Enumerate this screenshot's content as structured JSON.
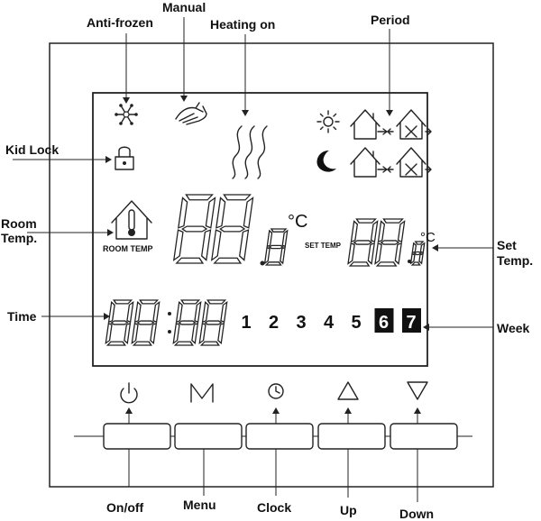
{
  "callouts": {
    "anti_frozen": "Anti-frozen",
    "manual": "Manual",
    "heating_on": "Heating on",
    "period": "Period",
    "kid_lock": "Kid Lock",
    "room_temp_line1": "Room",
    "room_temp_line2": "Temp.",
    "set_temp_line1": "Set",
    "set_temp_line2": "Temp.",
    "time": "Time",
    "week": "Week"
  },
  "lcd": {
    "room_temp_label": "ROOM TEMP",
    "set_temp_label": "SET TEMP",
    "celsius_unit": "°C",
    "weekdays": [
      "1",
      "2",
      "3",
      "4",
      "5",
      "6",
      "7"
    ],
    "highlighted_weekdays": [
      "6",
      "7"
    ]
  },
  "buttons": [
    {
      "label": "On/off",
      "icon": "power-icon"
    },
    {
      "label": "Menu",
      "icon": "menu-m-icon"
    },
    {
      "label": "Clock",
      "icon": "clock-icon"
    },
    {
      "label": "Up",
      "icon": "up-triangle-icon"
    },
    {
      "label": "Down",
      "icon": "down-triangle-icon"
    }
  ]
}
